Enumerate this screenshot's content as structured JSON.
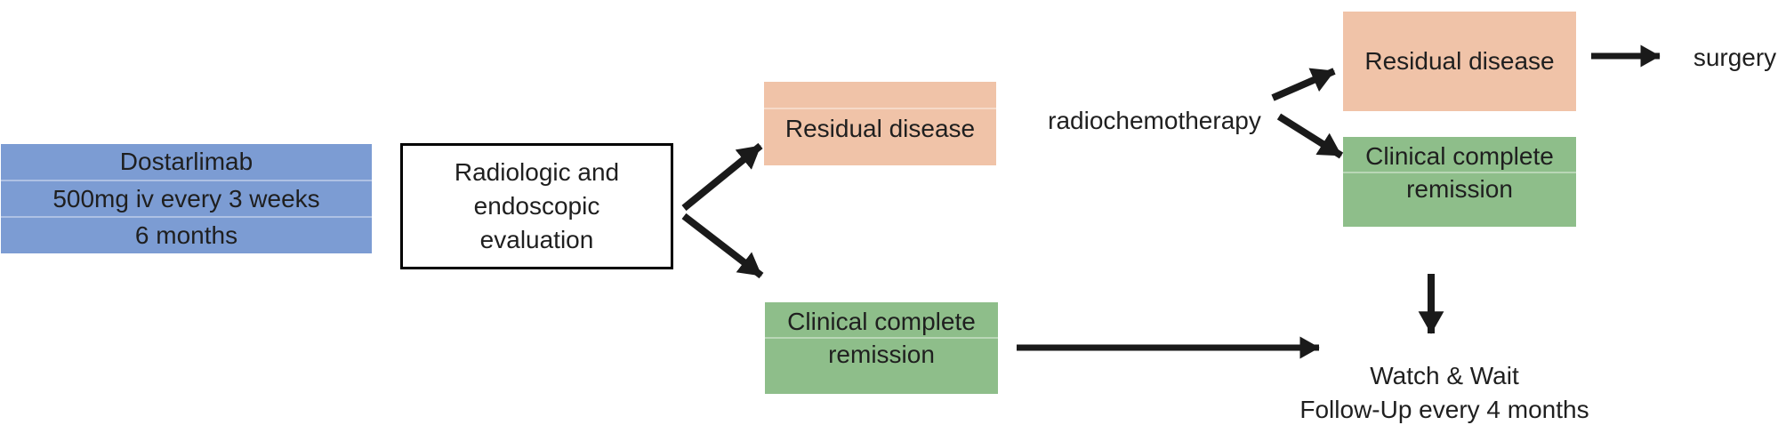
{
  "palette": {
    "blue": "#7C9CD3",
    "orange": "#F0C3A8",
    "green": "#8EBE8A",
    "text": "#1F1F1F",
    "arrow": "#1A1A1A",
    "bg": "#FFFFFF"
  },
  "nodes": {
    "dostarlimab": {
      "lines": [
        "Dostarlimab",
        "500mg iv every 3 weeks",
        "6 months"
      ],
      "color": "#7C9CD3"
    },
    "evaluation": {
      "label": "Radiologic and endoscopic evaluation",
      "color": "#FFFFFF"
    },
    "residual_mid": {
      "label": "Residual disease",
      "color": "#F0C3A8"
    },
    "residual_top": {
      "label": "Residual disease",
      "color": "#F0C3A8"
    },
    "ccr_right": {
      "label": "Clinical complete remission",
      "color": "#8EBE8A"
    },
    "ccr_bottom": {
      "label": "Clinical complete remission",
      "color": "#8EBE8A"
    }
  },
  "labels": {
    "radiochemotherapy": "radiochemotherapy",
    "surgery": "surgery",
    "watch_wait_line1": "Watch & Wait",
    "watch_wait_line2": "Follow-Up every 4 months"
  },
  "edges": [
    {
      "from": "evaluation",
      "to": "residual_mid"
    },
    {
      "from": "evaluation",
      "to": "ccr_bottom"
    },
    {
      "from": "radiochemotherapy",
      "to": "residual_top"
    },
    {
      "from": "radiochemotherapy",
      "to": "ccr_right"
    },
    {
      "from": "residual_top",
      "to": "surgery"
    },
    {
      "from": "ccr_right",
      "to": "watch_wait"
    },
    {
      "from": "ccr_bottom",
      "to": "watch_wait"
    }
  ]
}
